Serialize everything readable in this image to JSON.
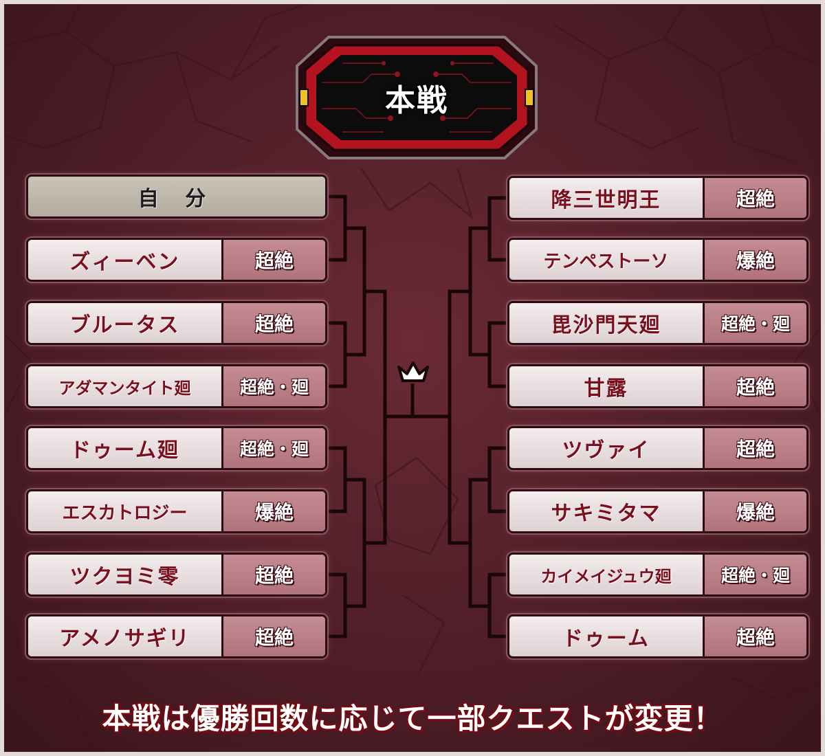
{
  "header": {
    "title": "本戦"
  },
  "left_bracket": [
    {
      "name": "自 分",
      "difficulty": "",
      "is_player": true
    },
    {
      "name": "ズィーベン",
      "difficulty": "超絶"
    },
    {
      "name": "ブルータス",
      "difficulty": "超絶"
    },
    {
      "name": "アダマンタイト廻",
      "difficulty": "超絶・廻"
    },
    {
      "name": "ドゥーム廻",
      "difficulty": "超絶・廻"
    },
    {
      "name": "エスカトロジー",
      "difficulty": "爆絶"
    },
    {
      "name": "ツクヨミ零",
      "difficulty": "超絶"
    },
    {
      "name": "アメノサギリ",
      "difficulty": "超絶"
    }
  ],
  "right_bracket": [
    {
      "name": "降三世明王",
      "difficulty": "超絶"
    },
    {
      "name": "テンペストーソ",
      "difficulty": "爆絶"
    },
    {
      "name": "毘沙門天廻",
      "difficulty": "超絶・廻"
    },
    {
      "name": "甘露",
      "difficulty": "超絶"
    },
    {
      "name": "ツヴァイ",
      "difficulty": "超絶"
    },
    {
      "name": "サキミタマ",
      "difficulty": "爆絶"
    },
    {
      "name": "カイメイジュウ廻",
      "difficulty": "超絶・廻"
    },
    {
      "name": "ドゥーム",
      "difficulty": "超絶"
    }
  ],
  "footer": {
    "note": "本戦は優勝回数に応じて一部クエストが変更！"
  },
  "icons": {
    "trophy": "crown-icon"
  },
  "colors": {
    "background": "#52202a",
    "slot_name_text": "#7a0f1e",
    "difficulty_bg": "#b0737c",
    "bracket_line": "#150508"
  }
}
